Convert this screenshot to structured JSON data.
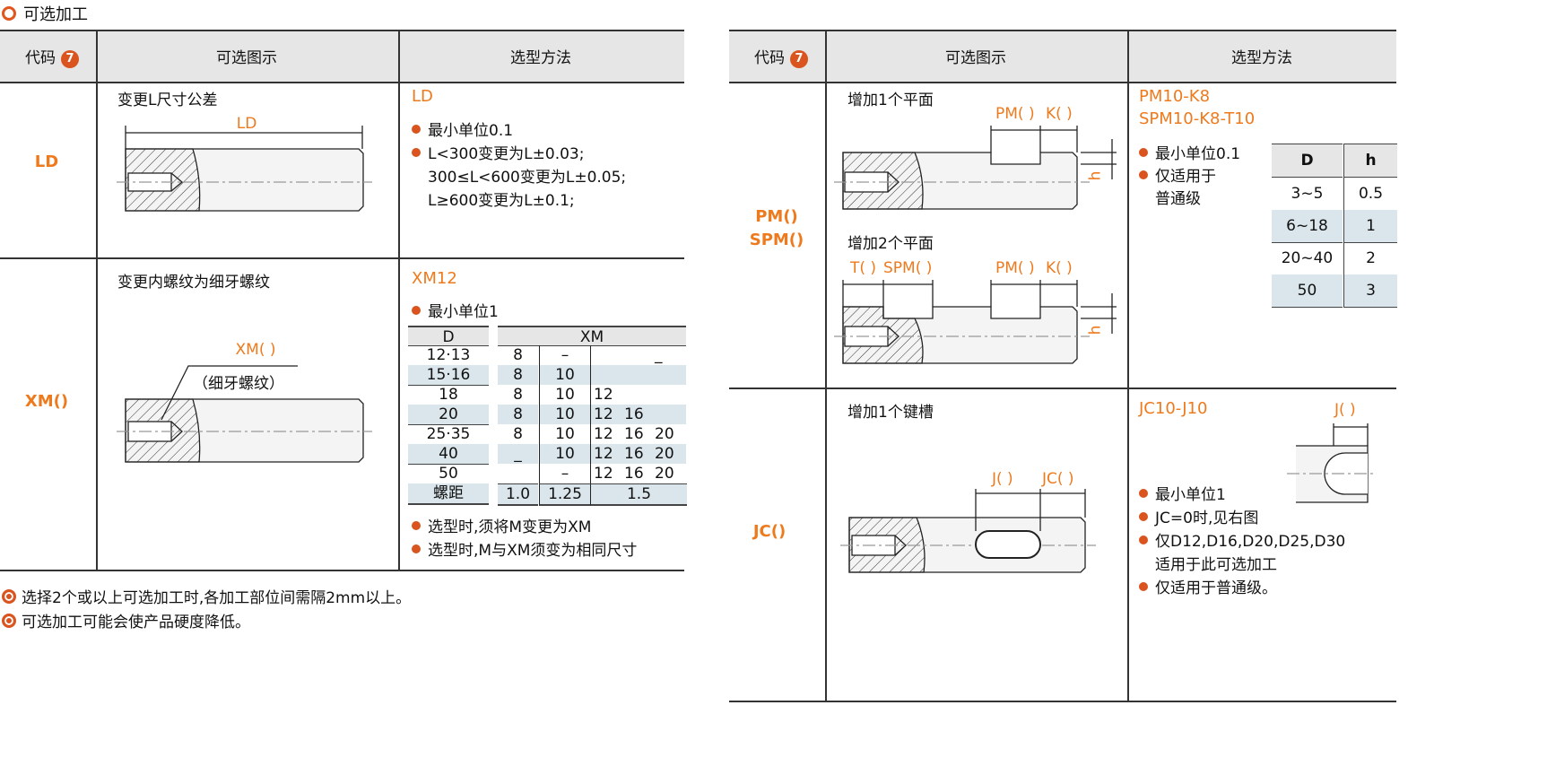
{
  "title": "可选加工",
  "header": {
    "code": "代码",
    "badge": "7",
    "diagram": "可选图示",
    "method": "选型方法"
  },
  "left": {
    "rows": [
      {
        "code": "LD",
        "diagram_title": "变更L尺寸公差",
        "dim_label": "LD",
        "method_title": "LD",
        "bullets": [
          "最小单位0.1",
          "L<300变更为L±0.03;",
          "300≤L<600变更为L±0.05;",
          "L≥600变更为L±0.1;"
        ]
      },
      {
        "code": "XM()",
        "diagram_title": "变更内螺纹为细牙螺纹",
        "dim_label": "XM( )",
        "dim_note": "（细牙螺纹）",
        "method_title": "XM12",
        "bullet": "最小单位1",
        "table": {
          "col_d": "D",
          "col_xm": "XM",
          "rows": [
            [
              "12·13",
              "8",
              "–",
              "",
              "",
              " _"
            ],
            [
              "15·16",
              "8",
              "10",
              "",
              "",
              ""
            ],
            [
              "18",
              "8",
              "10",
              "12",
              "",
              ""
            ],
            [
              "20",
              "8",
              "10",
              "12",
              "16",
              ""
            ],
            [
              "25·35",
              "8",
              "10",
              "12",
              "16",
              "20"
            ],
            [
              "40",
              "_",
              "10",
              "12",
              "16",
              "20"
            ],
            [
              "50",
              "",
              "–",
              "12",
              "16",
              "20"
            ]
          ],
          "pitch": [
            "螺距",
            "1.0",
            "1.25",
            "1.5"
          ]
        },
        "notes": [
          "选型时,须将M变更为XM",
          "选型时,M与XM须变为相同尺寸"
        ]
      }
    ]
  },
  "footnotes": [
    "选择2个或以上可选加工时,各加工部位间需隔2mm以上。",
    "可选加工可能会使产品硬度降低。"
  ],
  "right": {
    "row1": {
      "code1": "PM()",
      "code2": "SPM()",
      "title1": "增加1个平面",
      "title2": "增加2个平面",
      "pm": "PM( )",
      "k": "K( )",
      "t": "T( )",
      "spm": "SPM( )",
      "h": "h",
      "method1": "PM10-K8",
      "method2": "SPM10-K8-T10",
      "bullets": [
        "最小单位0.1",
        "仅适用于",
        "普通级"
      ],
      "table": {
        "cols": [
          "D",
          "h"
        ],
        "rows": [
          [
            "3~5",
            "0.5"
          ],
          [
            "6~18",
            "1"
          ],
          [
            "20~40",
            "2"
          ],
          [
            "50",
            "3"
          ]
        ]
      }
    },
    "row2": {
      "code": "JC()",
      "title": "增加1个键槽",
      "j": "J( )",
      "jc": "JC( )",
      "method": "JC10-J10",
      "bullets": [
        "最小单位1",
        "JC=0时,见右图",
        "仅D12,D16,D20,D25,D30",
        "适用于此可选加工",
        "仅适用于普通级。"
      ]
    }
  }
}
